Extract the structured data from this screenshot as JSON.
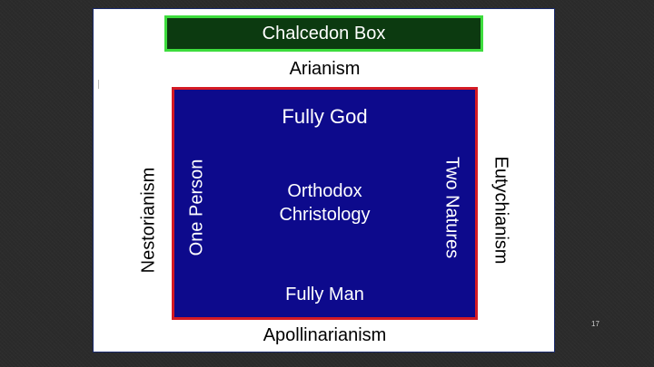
{
  "slide": {
    "number": "17",
    "chalcedon_box": "Chalcedon Box",
    "outer_labels": {
      "top": "Arianism",
      "bottom": "Apollinarianism",
      "left": "Nestorianism",
      "right": "Eutychianism"
    },
    "inner_labels": {
      "top": "Fully God",
      "bottom": "Fully Man",
      "left": "One Person",
      "right": "Two Natures",
      "center_line1": "Orthodox",
      "center_line2": "Christology"
    },
    "colors": {
      "chalcedon_fill": "#0c3a10",
      "chalcedon_border": "#3ddc3d",
      "orthodox_fill": "#0d0a8c",
      "orthodox_border": "#d41a24"
    }
  }
}
